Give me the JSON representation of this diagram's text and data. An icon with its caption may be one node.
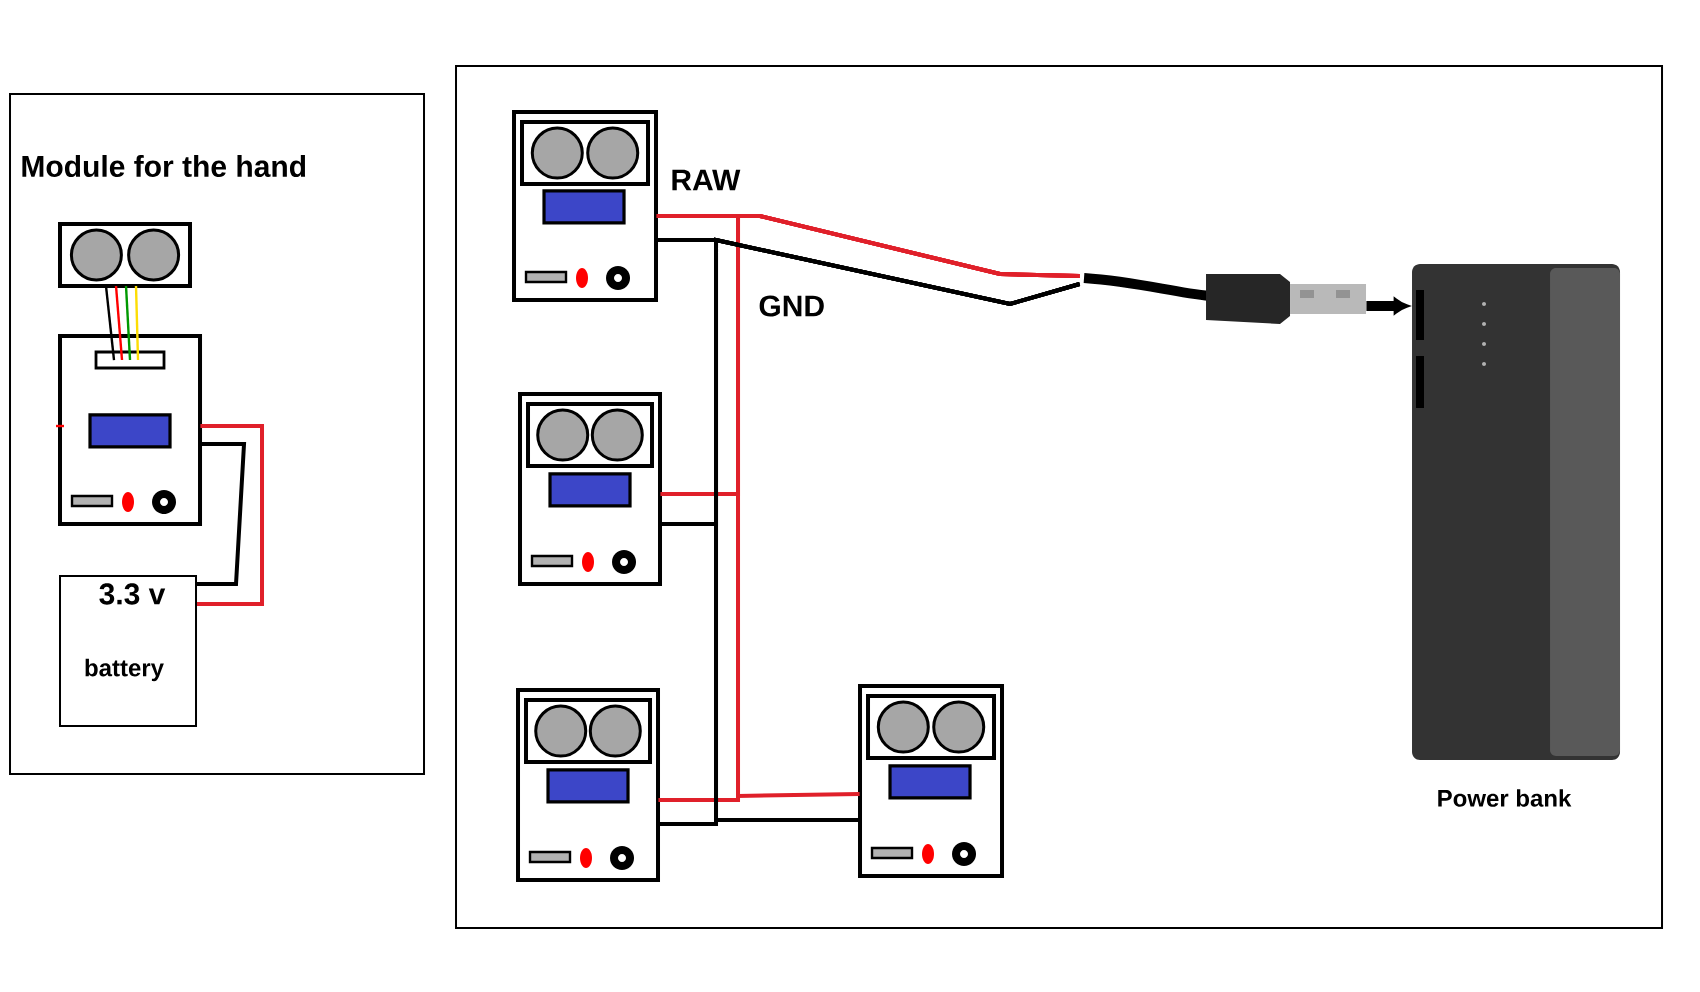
{
  "diagram": {
    "nodes": [
      {
        "text": [
          "Module for the hand"
        ]
      },
      {
        "text": [],
        "shape": "picture",
        "in": 0
      },
      {
        "text": [
          "3.3 v",
          "battery"
        ],
        "in": 0
      },
      {
        "text": [],
        "shape": "box"
      },
      {
        "text": [],
        "shape": "picture",
        "in": 3
      },
      {
        "text": [],
        "shape": "picture",
        "in": 3
      },
      {
        "text": [],
        "shape": "picture",
        "in": 3
      },
      {
        "text": [],
        "shape": "picture",
        "in": 3
      },
      {
        "text": [],
        "shape": "picture",
        "in": 3
      },
      {
        "text": [],
        "shape": "picture",
        "in": 3,
        "beside": [
          "Power bank"
        ]
      }
    ],
    "edges": [
      {
        "from": 1,
        "to": 2,
        "arrow": "none",
        "color": "#e0202a"
      },
      {
        "from": 1,
        "to": 2,
        "arrow": "none"
      },
      {
        "from": 4,
        "to": 8,
        "arrow": "none",
        "color": "#e0202a"
      },
      {
        "from": 5,
        "to": 8,
        "arrow": "none",
        "color": "#e0202a"
      },
      {
        "from": 6,
        "to": 8,
        "arrow": "none",
        "color": "#e0202a"
      },
      {
        "from": 7,
        "to": 8,
        "arrow": "none",
        "color": "#e0202a"
      },
      {
        "from": 4,
        "to": 8,
        "arrow": "none"
      },
      {
        "from": 5,
        "to": 8,
        "arrow": "none"
      },
      {
        "from": 6,
        "to": 8,
        "arrow": "none"
      },
      {
        "from": 7,
        "to": 8,
        "arrow": "none"
      },
      {
        "from": 8,
        "to": 9,
        "arrow": "to",
        "style": "thick"
      }
    ],
    "labels": [
      "RAW",
      "GND"
    ]
  }
}
